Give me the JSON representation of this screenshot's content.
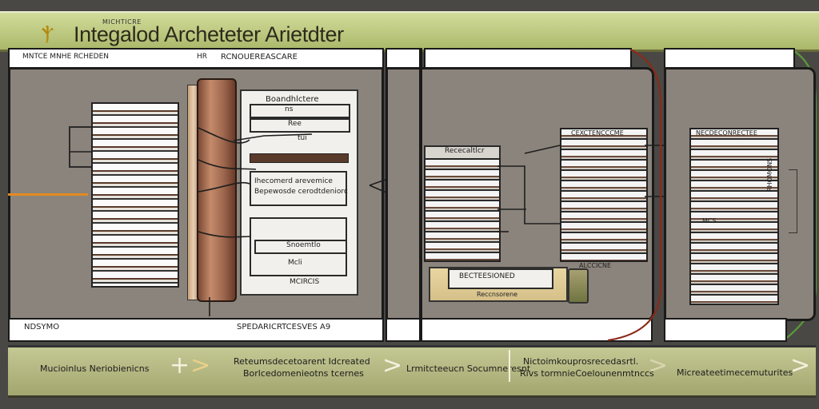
{
  "header": {
    "tiny_title": "MICHTICRE",
    "title": "Integalod Archeteter Arietdter"
  },
  "left_panel": {
    "top_label_a": "MNTCE MNHE RCHEDEN",
    "top_label_b": "RCNOUEREASCARE",
    "top_label_mark": "HR",
    "bottom_label_a": "NDSYMO",
    "bottom_label_b": "SPEDARICRTCESVES A9",
    "card_title": "Boandhlctere",
    "card_row1": "ns",
    "card_row2": "Ree",
    "card_box1_line1": "Ihecomerd arevemice",
    "card_box1_line2": "Bepewosde cerodtdeniorc",
    "card_row3": "tui",
    "card_box2_row1": "Snoemtlo",
    "card_box2_row2": "Mcli",
    "card_footer": "MCIRCIS"
  },
  "middle_panel": {
    "header_label": "Rececaltlcr",
    "lower_box_label": "BECTEESIONED",
    "lower_box_sub": "Reccnsorene",
    "side_label": "ALCCICNE",
    "table_title": "CEXCTENCCCME"
  },
  "right_panel": {
    "table_title": "NECDECONRECTEE",
    "vertical_label": "RHOMONS",
    "row_label": "MCS"
  },
  "bottom_bar": {
    "item1": "Mucioinlus Neriobienicns",
    "item2_line1": "Reteumsdecetoarent Idcreated",
    "item2_line2": "Borlcedomenieotns tcernes",
    "item3": "Lrmitcteeucn Socumneresnt",
    "item4_line1": "Nictoimkouprosrecedasrtl.",
    "item4_line2": "Rivs tormnieCoelounenmtnccs",
    "item5": "Micreateetimecemuturites"
  },
  "colors": {
    "header_green": "#aab86a",
    "panel_gray": "#8b847c",
    "accent_brown": "#a06a50",
    "accent_orange": "#e48a20",
    "accent_red": "#8a2a1a",
    "accent_green": "#5a9a3a"
  }
}
